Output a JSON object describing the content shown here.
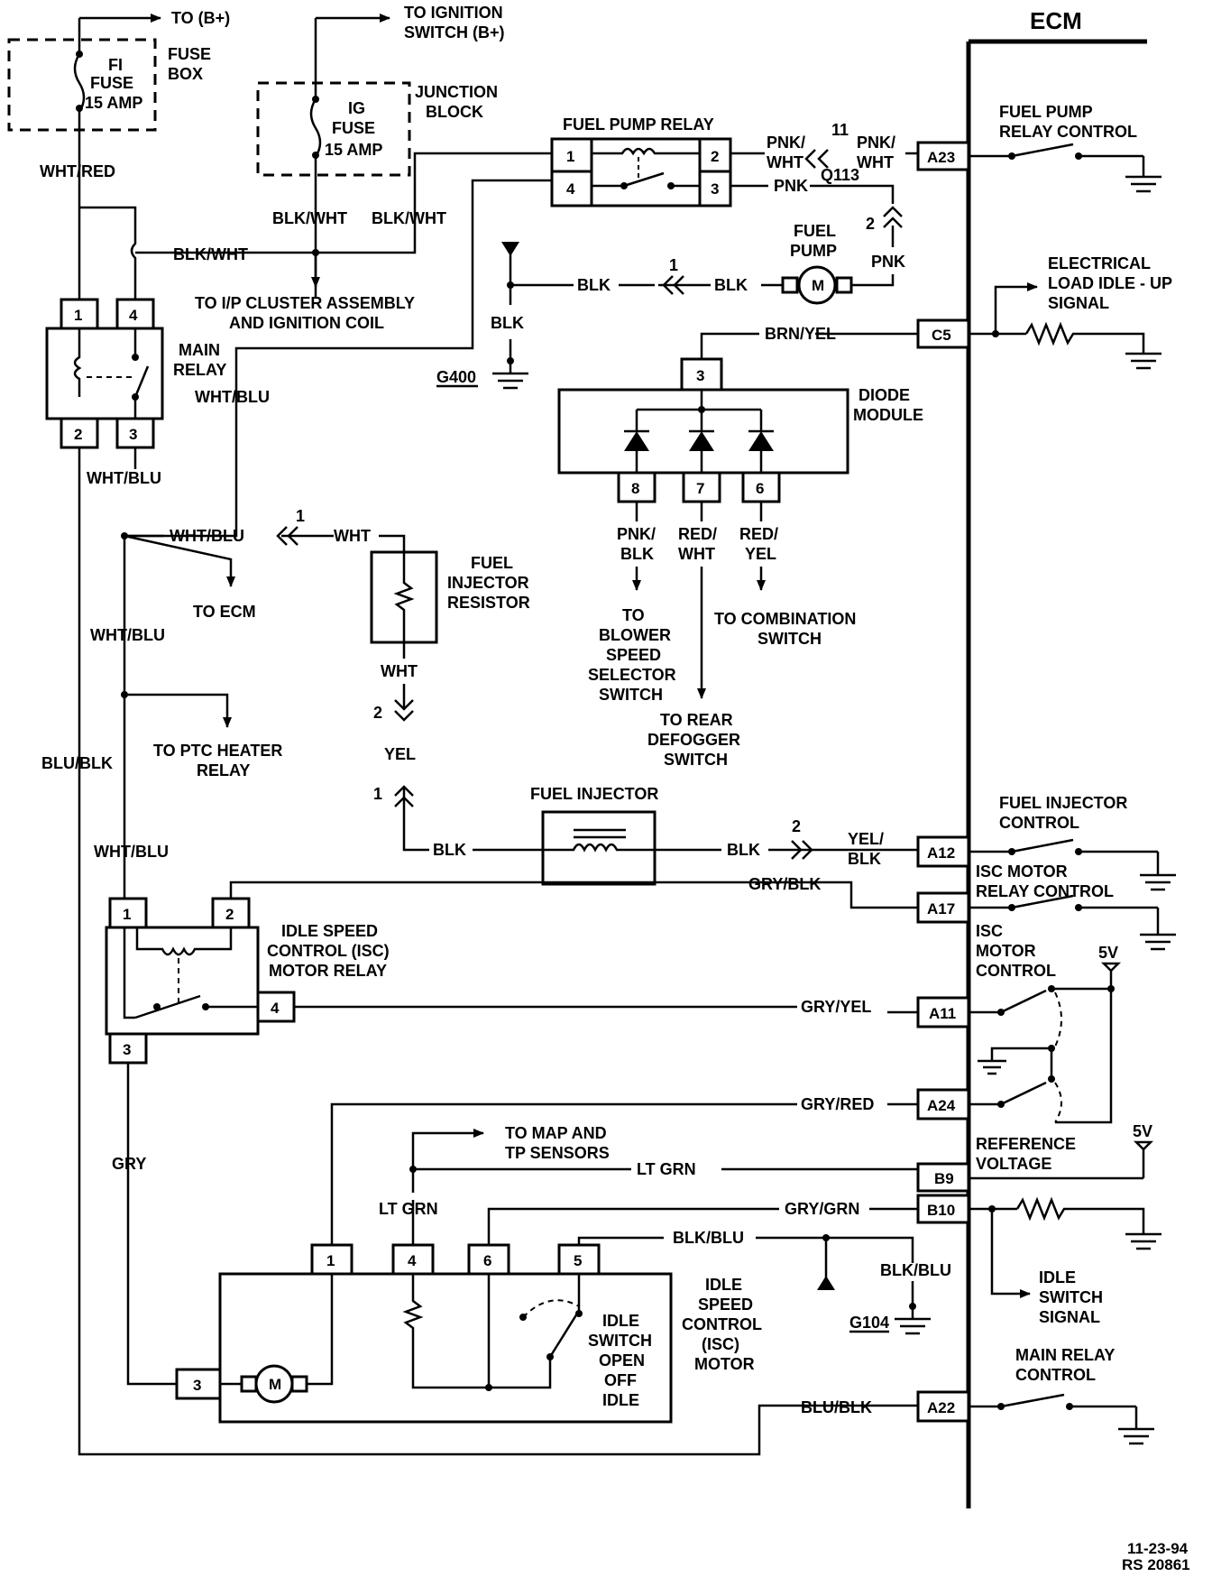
{
  "ecm": {
    "title": "ECM",
    "terminals": [
      "A23",
      "C5",
      "A12",
      "A17",
      "A11",
      "A24",
      "B9",
      "B10",
      "A22"
    ],
    "labels": {
      "fuel_pump_relay_control": [
        "FUEL PUMP",
        "RELAY CONTROL"
      ],
      "electrical_load": [
        "ELECTRICAL",
        "LOAD IDLE - UP",
        "SIGNAL"
      ],
      "fuel_injector_control": [
        "FUEL INJECTOR",
        "CONTROL"
      ],
      "isc_motor_relay_control": [
        "ISC MOTOR",
        "RELAY CONTROL"
      ],
      "isc_motor_control": [
        "ISC",
        "MOTOR",
        "CONTROL"
      ],
      "reference_voltage": [
        "REFERENCE",
        "VOLTAGE"
      ],
      "idle_switch_signal": [
        "IDLE",
        "SWITCH",
        "SIGNAL"
      ],
      "main_relay_control": [
        "MAIN RELAY",
        "CONTROL"
      ],
      "five_volt": "5V"
    }
  },
  "fuses": {
    "fi": {
      "lines": [
        "FI",
        "FUSE",
        "15 AMP"
      ],
      "box_label": [
        "FUSE",
        "BOX"
      ],
      "to": "TO (B+)"
    },
    "ig": {
      "lines": [
        "IG",
        "FUSE",
        "15 AMP"
      ],
      "box_label": [
        "JUNCTION",
        "BLOCK"
      ],
      "to": [
        "TO IGNITION",
        "SWITCH (B+)"
      ]
    }
  },
  "fuel_pump_relay": {
    "title": "FUEL PUMP RELAY",
    "pins": [
      "1",
      "2",
      "4",
      "3"
    ]
  },
  "main_relay": {
    "title": [
      "MAIN",
      "RELAY"
    ],
    "pins": [
      "1",
      "4",
      "2",
      "3"
    ]
  },
  "fuel_pump": {
    "title": [
      "FUEL",
      "PUMP"
    ],
    "motor": "M"
  },
  "diode_module": {
    "title": [
      "DIODE",
      "MODULE"
    ],
    "pins": [
      "3",
      "8",
      "7",
      "6"
    ]
  },
  "fuel_injector_resistor": {
    "title": [
      "FUEL",
      "INJECTOR",
      "RESISTOR"
    ]
  },
  "fuel_injector": {
    "title": "FUEL INJECTOR"
  },
  "isc_relay": {
    "title": [
      "IDLE SPEED",
      "CONTROL (ISC)",
      "MOTOR RELAY"
    ],
    "pins": [
      "1",
      "2",
      "4",
      "3"
    ]
  },
  "isc_motor": {
    "title": [
      "IDLE",
      "SPEED",
      "CONTROL",
      "(ISC)",
      "MOTOR"
    ],
    "switch": [
      "IDLE",
      "SWITCH",
      "OPEN",
      "OFF",
      "IDLE"
    ],
    "pins": [
      "1",
      "4",
      "6",
      "5",
      "3"
    ],
    "motor": "M"
  },
  "wires": {
    "wht_red": "WHT/RED",
    "blk_wht": "BLK/WHT",
    "wht_blu": "WHT/BLU",
    "blu_blk": "BLU/BLK",
    "pnk_wht": [
      "PNK/",
      "WHT"
    ],
    "pnk": "PNK",
    "blk": "BLK",
    "brn_yel": "BRN/YEL",
    "wht": "WHT",
    "yel": "YEL",
    "yel_blk": [
      "YEL/",
      "BLK"
    ],
    "gry_blk": "GRY/BLK",
    "gry_yel": "GRY/YEL",
    "gry_red": "GRY/RED",
    "lt_grn": "LT GRN",
    "gry_grn": "GRY/GRN",
    "blk_blu": "BLK/BLU",
    "gry": "GRY",
    "pnk_blk": [
      "PNK/",
      "BLK"
    ],
    "red_wht": [
      "RED/",
      "WHT"
    ],
    "red_yel": [
      "RED/",
      "YEL"
    ]
  },
  "connectors": {
    "c1": "1",
    "c2": "2",
    "c11": "11",
    "q113": "Q113"
  },
  "destinations": {
    "ip_cluster": [
      "TO I/P CLUSTER ASSEMBLY",
      "AND IGNITION COIL"
    ],
    "to_ecm": "TO ECM",
    "ptc": [
      "TO PTC HEATER",
      "RELAY"
    ],
    "blower": [
      "TO",
      "BLOWER",
      "SPEED",
      "SELECTOR",
      "SWITCH"
    ],
    "defogger": [
      "TO REAR",
      "DEFOGGER",
      "SWITCH"
    ],
    "combination": [
      "TO COMBINATION",
      "SWITCH"
    ],
    "map_tp": [
      "TO MAP AND",
      "TP SENSORS"
    ]
  },
  "grounds": {
    "g400": "G400",
    "g104": "G104"
  },
  "footer": [
    "11-23-94",
    "RS 20861"
  ]
}
